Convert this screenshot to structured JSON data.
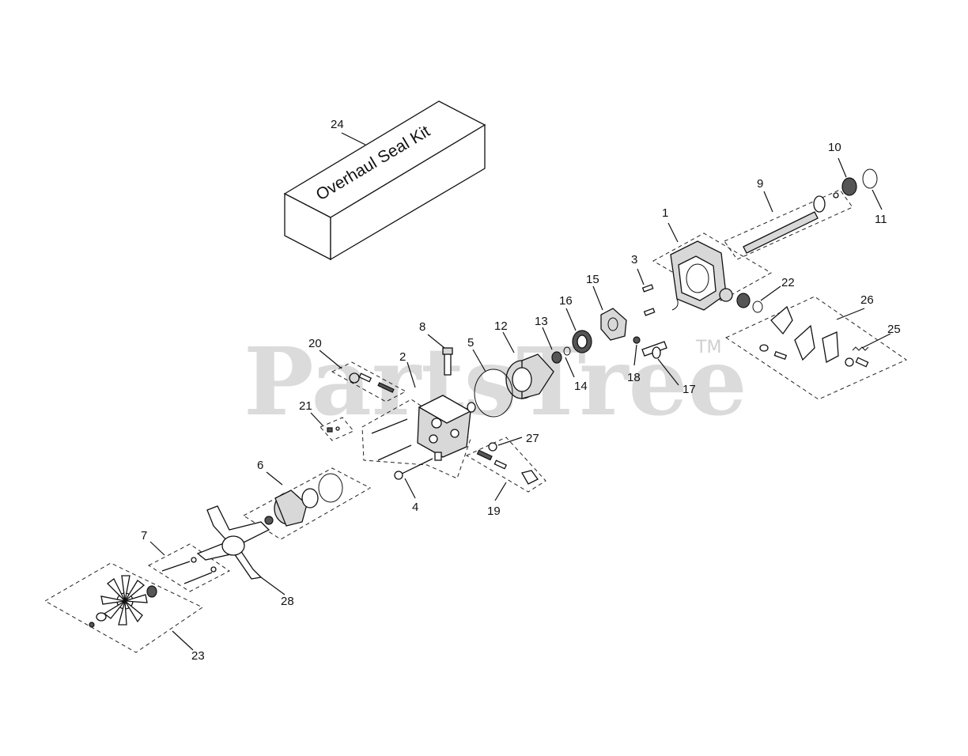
{
  "watermark": {
    "brand": "PartsTree",
    "mark": "TM"
  },
  "kit_label": "Overhaul Seal Kit",
  "callouts": {
    "n1": "1",
    "n2": "2",
    "n3": "3",
    "n4": "4",
    "n5": "5",
    "n6": "6",
    "n7": "7",
    "n8": "8",
    "n9": "9",
    "n10": "10",
    "n11": "11",
    "n12": "12",
    "n13": "13",
    "n14": "14",
    "n15": "15",
    "n16": "16",
    "n17": "17",
    "n18": "18",
    "n19": "19",
    "n20": "20",
    "n21": "21",
    "n22": "22",
    "n23": "23",
    "n24": "24",
    "n25": "25",
    "n26": "26",
    "n27": "27",
    "n28": "28"
  }
}
